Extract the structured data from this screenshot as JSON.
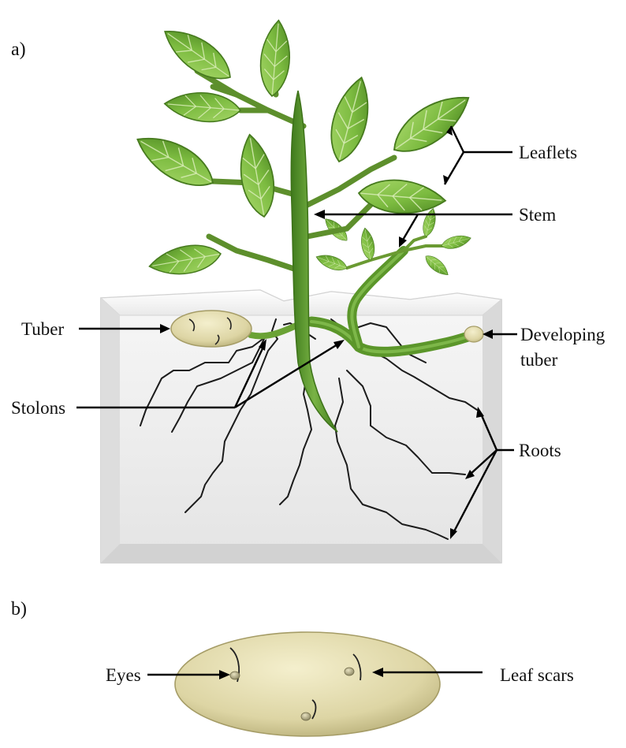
{
  "panels": {
    "a": "a)",
    "b": "b)"
  },
  "labels_a": {
    "leaflets": "Leaflets",
    "stem": "Stem",
    "tuber": "Tuber",
    "developing_tuber_line1": "Developing",
    "developing_tuber_line2": "tuber",
    "stolons": "Stolons",
    "roots": "Roots"
  },
  "labels_b": {
    "eyes": "Eyes",
    "leaf_scars": "Leaf scars"
  },
  "colors": {
    "leaf": "#7fbf3f",
    "leaf_dark": "#4f8a22",
    "stem": "#5e9a2c",
    "soil": "#ececec",
    "tuber": "#ddd6a8",
    "root": "#1c1c1c"
  }
}
